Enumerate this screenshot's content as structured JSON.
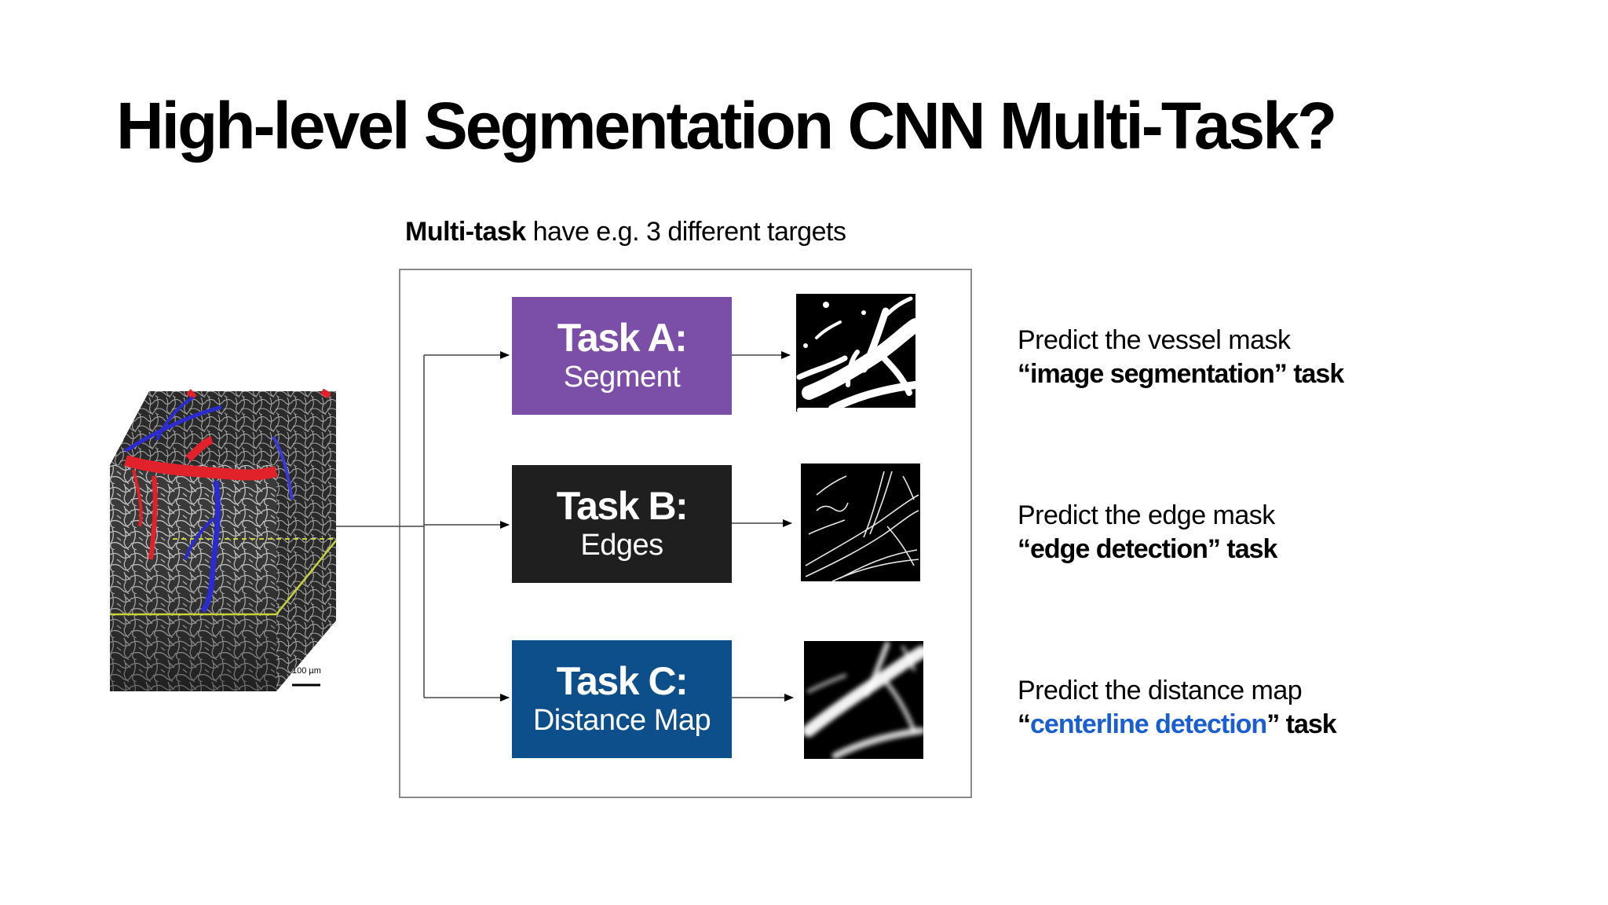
{
  "title": "High-level Segmentation CNN Multi-Task?",
  "subtitle": {
    "bold": "Multi-task",
    "rest": " have e.g. 3 different targets"
  },
  "tasks": [
    {
      "label": "Task A:",
      "sub": "Segment",
      "color": "#7b4fa8"
    },
    {
      "label": "Task B:",
      "sub": "Edges",
      "color": "#1f1f1f"
    },
    {
      "label": "Task C:",
      "sub": "Distance Map",
      "color": "#0d4f8b"
    }
  ],
  "descriptions": [
    {
      "line1": "Predict the vessel mask",
      "pre": "“image segmentation” task",
      "highlight": "",
      "post": ""
    },
    {
      "line1": "Predict the edge mask",
      "pre": "“edge detection” task",
      "highlight": "",
      "post": ""
    },
    {
      "line1": "Predict the distance map",
      "pre": "“",
      "highlight": "centerline detection",
      "post": "” task"
    }
  ],
  "scale_label": "100 µm",
  "highlight_color": "#1a5fd1"
}
